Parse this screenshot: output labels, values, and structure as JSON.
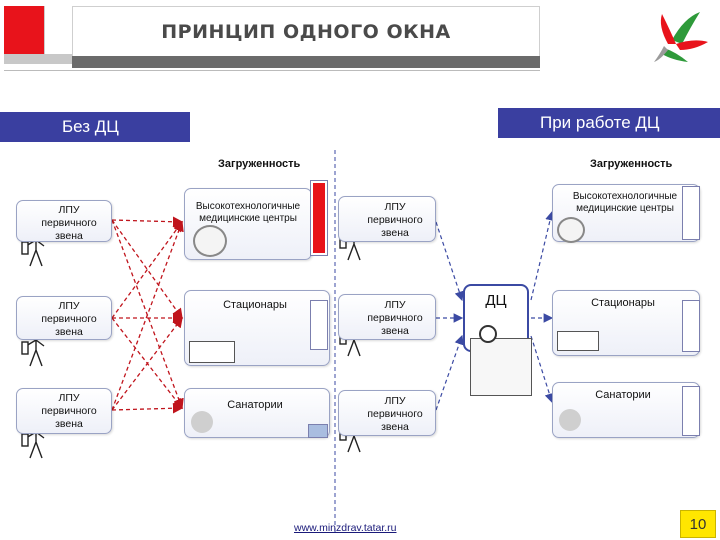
{
  "header": {
    "title": "ПРИНЦИП ОДНОГО ОКНА"
  },
  "left_section": {
    "banner": "Без ДЦ",
    "load_label": "Загруженность",
    "clinics": [
      "ЛПУ первичного звена",
      "ЛПУ первичного звена",
      "ЛПУ первичного звена"
    ],
    "facilities": [
      "Высокотехнологичные медицинские центры",
      "Стационары",
      "Санатории"
    ],
    "load_levels": [
      1.0,
      0.0,
      0.0
    ]
  },
  "right_section": {
    "banner": "При работе ДЦ",
    "load_label": "Загруженность",
    "clinics": [
      "ЛПУ первичного звена",
      "ЛПУ первичного звена",
      "ЛПУ первичного звена"
    ],
    "center": "ДЦ",
    "facilities": [
      "Высокотехнологичные медицинские центры",
      "Стационары",
      "Санатории"
    ]
  },
  "footer": {
    "url": "www.minzdrav.tatar.ru",
    "page_number": "10"
  },
  "colors": {
    "banner": "#3a3fa0",
    "accent_red": "#e8131b",
    "arrow_red": "#c0141c",
    "arrow_blue": "#3b4aa3"
  }
}
